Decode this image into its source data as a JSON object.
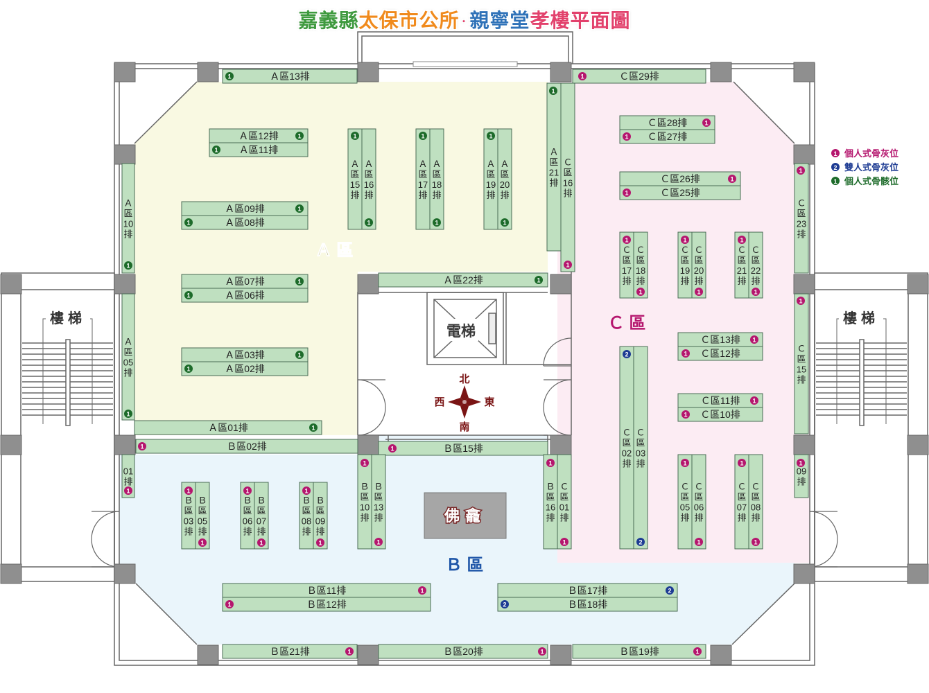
{
  "title": {
    "parts": [
      {
        "text": "嘉義縣",
        "color": "#3f9a3f"
      },
      {
        "text": "太保市公所",
        "color": "#f08a1c"
      },
      {
        "text": "·",
        "color": "#e2416c"
      },
      {
        "text": "親寧堂",
        "color": "#2f72b8"
      },
      {
        "text": "孝樓平面圖",
        "color": "#e2416c"
      }
    ]
  },
  "colors": {
    "zone_a": "#f9f9e2",
    "zone_b": "#eaf5fb",
    "zone_c": "#fcecf3",
    "row_fill": "#bfe0c0",
    "row_stroke": "#4a6b55",
    "pillar": "#8f8f8f",
    "wall": "#666666",
    "marker_single_ash": "#b5166e",
    "marker_double_ash": "#1d3b93",
    "marker_single_bone": "#1d6b2a",
    "label_a": "#7f7d18",
    "label_b": "#1f56a8",
    "label_c": "#b5166e"
  },
  "legend": [
    {
      "marker": "pink-circle-1-icon",
      "num": "1",
      "color": "#b5166e",
      "label": "個人式骨灰位"
    },
    {
      "marker": "blue-circle-2-icon",
      "num": "2",
      "color": "#1d3b93",
      "label": "雙人式骨灰位"
    },
    {
      "marker": "green-circle-1-icon",
      "num": "1",
      "color": "#1d6b2a",
      "label": "個人式骨骸位"
    }
  ],
  "zones": [
    {
      "label": "Ａ 區",
      "color": "#7f7d18"
    },
    {
      "label": "Ｂ 區",
      "color": "#1f56a8"
    },
    {
      "label": "Ｃ 區",
      "color": "#b5166e"
    }
  ],
  "rooms": {
    "elevator": "電梯",
    "shrine": "佛龕",
    "stairs_left": "樓梯",
    "stairs_right": "樓梯"
  },
  "compass": {
    "north": "北",
    "south": "南",
    "east": "東",
    "west": "西"
  },
  "rows": [
    {
      "id": "a13",
      "label": "Ａ區13排",
      "marker": "g"
    },
    {
      "id": "a12",
      "label": "Ａ區12排",
      "marker": "g"
    },
    {
      "id": "a11",
      "label": "Ａ區11排",
      "marker": "g"
    },
    {
      "id": "a09",
      "label": "Ａ區09排",
      "marker": "g"
    },
    {
      "id": "a08",
      "label": "Ａ區08排",
      "marker": "g"
    },
    {
      "id": "a07",
      "label": "Ａ區07排",
      "marker": "g"
    },
    {
      "id": "a06",
      "label": "Ａ區06排",
      "marker": "g"
    },
    {
      "id": "a03",
      "label": "Ａ區03排",
      "marker": "g"
    },
    {
      "id": "a02",
      "label": "Ａ區02排",
      "marker": "g"
    },
    {
      "id": "a01",
      "label": "Ａ區01排",
      "marker": "g"
    },
    {
      "id": "a22",
      "label": "Ａ區22排",
      "marker": "g"
    },
    {
      "id": "a10",
      "label": "Ａ區10排",
      "marker": "g"
    },
    {
      "id": "a05",
      "label": "Ａ區05排",
      "marker": "g"
    },
    {
      "id": "a15",
      "label": "Ａ區15排",
      "marker": "g"
    },
    {
      "id": "a16",
      "label": "Ａ區16排",
      "marker": "g"
    },
    {
      "id": "a17",
      "label": "Ａ區17排",
      "marker": "g"
    },
    {
      "id": "a18",
      "label": "Ａ區18排",
      "marker": "g"
    },
    {
      "id": "a19",
      "label": "Ａ區19排",
      "marker": "g"
    },
    {
      "id": "a20",
      "label": "Ａ區20排",
      "marker": "g"
    },
    {
      "id": "a21",
      "label": "Ａ區21排",
      "marker": "g"
    },
    {
      "id": "c16",
      "label": "Ｃ區16排",
      "marker": "p"
    },
    {
      "id": "c29",
      "label": "Ｃ區29排",
      "marker": "p"
    },
    {
      "id": "c28",
      "label": "Ｃ區28排",
      "marker": "p"
    },
    {
      "id": "c27",
      "label": "Ｃ區27排",
      "marker": "p"
    },
    {
      "id": "c26",
      "label": "Ｃ區26排",
      "marker": "p"
    },
    {
      "id": "c25",
      "label": "Ｃ區25排",
      "marker": "p"
    },
    {
      "id": "c23",
      "label": "Ｃ區23排",
      "marker": "p"
    },
    {
      "id": "c17",
      "label": "Ｃ區17排",
      "marker": "p"
    },
    {
      "id": "c18",
      "label": "Ｃ區18排",
      "marker": "p"
    },
    {
      "id": "c19",
      "label": "Ｃ區19排",
      "marker": "p"
    },
    {
      "id": "c20",
      "label": "Ｃ區20排",
      "marker": "p"
    },
    {
      "id": "c21",
      "label": "Ｃ區21排",
      "marker": "p"
    },
    {
      "id": "c22",
      "label": "Ｃ區22排",
      "marker": "p"
    },
    {
      "id": "c15",
      "label": "Ｃ區15排",
      "marker": "p"
    },
    {
      "id": "c13",
      "label": "Ｃ區13排",
      "marker": "p"
    },
    {
      "id": "c12",
      "label": "Ｃ區12排",
      "marker": "p"
    },
    {
      "id": "c11",
      "label": "Ｃ區11排",
      "marker": "p"
    },
    {
      "id": "c10",
      "label": "Ｃ區10排",
      "marker": "p"
    },
    {
      "id": "c02",
      "label": "Ｃ區02排",
      "marker": "b"
    },
    {
      "id": "c03",
      "label": "Ｃ區03排",
      "marker": "b"
    },
    {
      "id": "c09",
      "label": "09排",
      "marker": "p"
    },
    {
      "id": "c05",
      "label": "Ｃ區05排",
      "marker": "p"
    },
    {
      "id": "c06",
      "label": "Ｃ區06排",
      "marker": "p"
    },
    {
      "id": "c07",
      "label": "Ｃ區07排",
      "marker": "p"
    },
    {
      "id": "c08",
      "label": "Ｃ區08排",
      "marker": "p"
    },
    {
      "id": "b02",
      "label": "Ｂ區02排",
      "marker": "p"
    },
    {
      "id": "b15",
      "label": "Ｂ區15排",
      "marker": "p"
    },
    {
      "id": "b01",
      "label": "01排",
      "marker": "p"
    },
    {
      "id": "b03",
      "label": "Ｂ區03排",
      "marker": "p"
    },
    {
      "id": "b05",
      "label": "Ｂ區05排",
      "marker": "p"
    },
    {
      "id": "b06",
      "label": "Ｂ區06排",
      "marker": "p"
    },
    {
      "id": "b07",
      "label": "Ｂ區07排",
      "marker": "p"
    },
    {
      "id": "b08",
      "label": "Ｂ區08排",
      "marker": "p"
    },
    {
      "id": "b09",
      "label": "Ｂ區09排",
      "marker": "p"
    },
    {
      "id": "b10",
      "label": "Ｂ區10排",
      "marker": "p"
    },
    {
      "id": "b13",
      "label": "Ｂ區13排",
      "marker": "p"
    },
    {
      "id": "b16",
      "label": "Ｂ區16排",
      "marker": "p"
    },
    {
      "id": "c01",
      "label": "Ｃ區01排",
      "marker": "p"
    },
    {
      "id": "b11",
      "label": "Ｂ區11排",
      "marker": "p"
    },
    {
      "id": "b12",
      "label": "Ｂ區12排",
      "marker": "p"
    },
    {
      "id": "b17",
      "label": "Ｂ區17排",
      "marker": "b"
    },
    {
      "id": "b18",
      "label": "Ｂ區18排",
      "marker": "b"
    },
    {
      "id": "b21",
      "label": "Ｂ區21排",
      "marker": "p"
    },
    {
      "id": "b20",
      "label": "Ｂ區20排",
      "marker": "p"
    },
    {
      "id": "b19",
      "label": "Ｂ區19排",
      "marker": "p"
    }
  ]
}
